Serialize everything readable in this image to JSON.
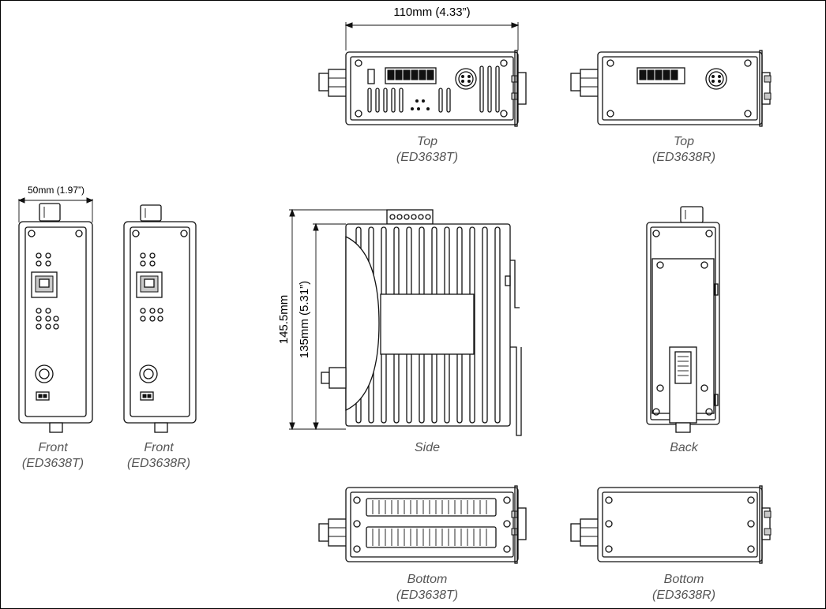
{
  "dimensions": {
    "width_top": "110mm (4.33”)",
    "width_front": "50mm (1.97”)",
    "height_total": "145.5mm",
    "height_body": "135mm (5.31”)"
  },
  "captions": {
    "top_t": {
      "view": "Top",
      "model": "(ED3638T)"
    },
    "top_r": {
      "view": "Top",
      "model": "(ED3638R)"
    },
    "front_t": {
      "view": "Front",
      "model": "(ED3638T)"
    },
    "front_r": {
      "view": "Front",
      "model": "(ED3638R)"
    },
    "side": {
      "view": "Side"
    },
    "back": {
      "view": "Back"
    },
    "bottom_t": {
      "view": "Bottom",
      "model": "(ED3638T)"
    },
    "bottom_r": {
      "view": "Bottom",
      "model": "(ED3638R)"
    }
  },
  "colors": {
    "line": "#111111",
    "caption": "#555555",
    "accent_gray": "#c9c9c9"
  }
}
